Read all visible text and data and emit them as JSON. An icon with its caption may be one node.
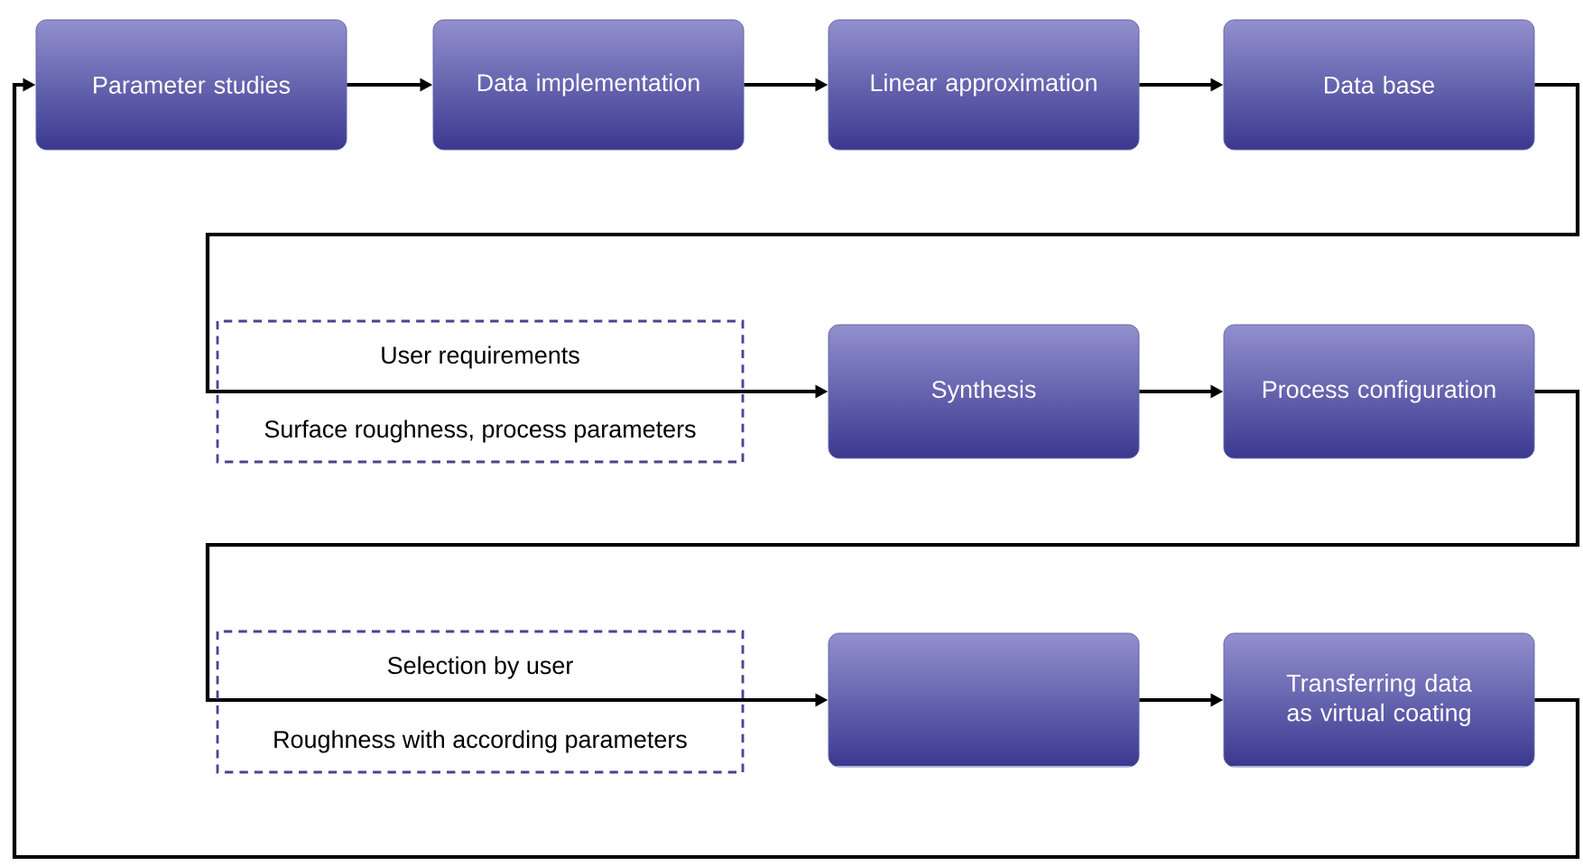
{
  "diagram": {
    "nodes": [
      {
        "text": [
          "Parameter studies"
        ]
      },
      {
        "text": [
          "Data implementation"
        ]
      },
      {
        "text": [
          "Linear approximation"
        ]
      },
      {
        "text": [
          "Data base"
        ]
      },
      {
        "text": [
          "Synthesis"
        ]
      },
      {
        "text": [
          "Process configuration"
        ]
      },
      {
        "text": [],
        "shape": "box"
      },
      {
        "text": [
          "Transferring data as virtual coating"
        ]
      }
    ],
    "edges": [
      {
        "from": 0,
        "to": 1,
        "arrow": "to"
      },
      {
        "from": 1,
        "to": 2,
        "arrow": "to"
      },
      {
        "from": 2,
        "to": 3,
        "arrow": "to"
      },
      {
        "from": 3,
        "to": 4,
        "arrow": "to"
      },
      {
        "from": 4,
        "to": 5,
        "arrow": "to"
      },
      {
        "from": 5,
        "to": 6,
        "arrow": "to"
      },
      {
        "from": 6,
        "to": 7,
        "arrow": "to"
      },
      {
        "from": 7,
        "to": 0,
        "arrow": "to"
      }
    ],
    "labels": [
      "User requirements",
      "Surface roughness, process parameters",
      "Selection by user",
      "Roughness with according parameters"
    ]
  }
}
